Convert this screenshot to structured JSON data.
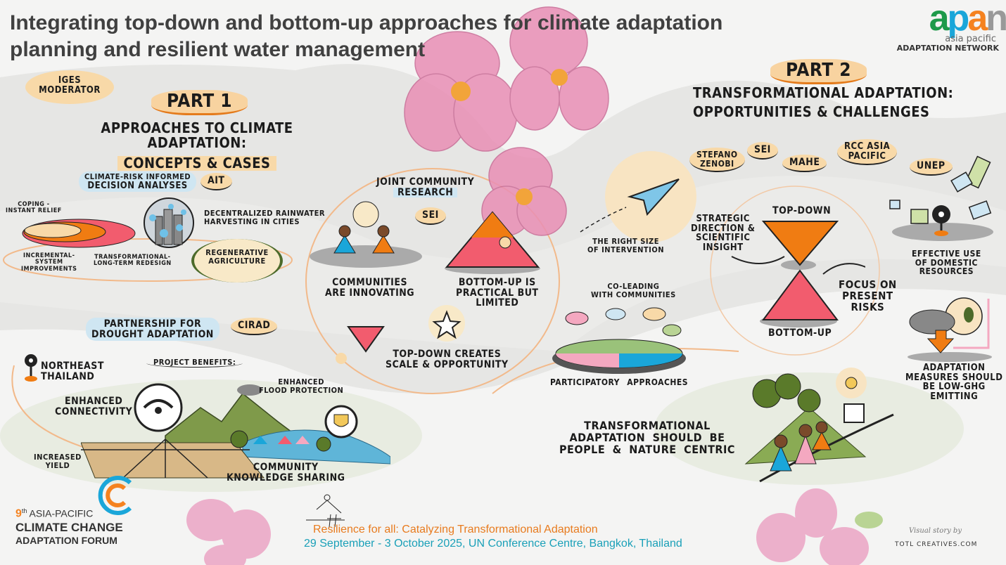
{
  "title": {
    "line1": "Integrating top-down and bottom-up approaches for climate adaptation",
    "line2": "planning and resilient water management"
  },
  "logo_apan": {
    "letters": "apan",
    "sub": "asia pacific",
    "network": "ADAPTATION NETWORK"
  },
  "moderator": {
    "org": "IGES",
    "role": "MODERATOR"
  },
  "part1": {
    "label": "PART 1",
    "heading1": "APPROACHES TO CLIMATE ADAPTATION:",
    "heading2": "CONCEPTS & CASES",
    "ait": {
      "topic1": "CLIMATE-RISK INFORMED",
      "topic2": "DECISION ANALYSES",
      "org": "AIT",
      "coping1": "COPING -",
      "coping2": "INSTANT RELIEF",
      "incremental1": "INCREMENTAL-",
      "incremental2": "SYSTEM",
      "incremental3": "IMPROVEMENTS",
      "transformational1": "TRANSFORMATIONAL-",
      "transformational2": "LONG-TERM REDESIGN",
      "rainwater1": "DECENTRALIZED RAINWATER",
      "rainwater2": "HARVESTING IN CITIES",
      "regen1": "REGENERATIVE",
      "regen2": "AGRICULTURE"
    },
    "sei": {
      "topic1": "JOINT COMMUNITY",
      "topic2": "RESEARCH",
      "org": "SEI",
      "communities1": "COMMUNITIES",
      "communities2": "ARE INNOVATING",
      "bottomup1": "BOTTOM-UP IS",
      "bottomup2": "PRACTICAL BUT",
      "bottomup3": "LIMITED",
      "topdown1": "TOP-DOWN CREATES",
      "topdown2": "SCALE & OPPORTUNITY"
    },
    "cirad": {
      "topic1": "PARTNERSHIP FOR",
      "topic2": "DROUGHT ADAPTATION",
      "org": "CIRAD",
      "location1": "NORTHEAST",
      "location2": "THAILAND",
      "benefits": "PROJECT BENEFITS:",
      "connectivity1": "ENHANCED",
      "connectivity2": "CONNECTIVITY",
      "flood1": "ENHANCED",
      "flood2": "FLOOD PROTECTION",
      "yield1": "INCREASED",
      "yield2": "YIELD",
      "knowledge1": "COMMUNITY",
      "knowledge2": "KNOWLEDGE SHARING"
    }
  },
  "middle": {
    "right_size1": "THE RIGHT SIZE",
    "right_size2": "OF INTERVENTION",
    "coleading1": "CO-LEADING",
    "coleading2": "WITH COMMUNITIES",
    "participatory": "PARTICIPATORY APPROACHES"
  },
  "part2": {
    "label": "PART 2",
    "heading1": "TRANSFORMATIONAL ADAPTATION:",
    "heading2": "OPPORTUNITIES & CHALLENGES",
    "speakers": {
      "s1a": "STEFANO",
      "s1b": "ZENOBI",
      "s2": "SEI",
      "s3": "MAHE",
      "s4a": "RCC ASIA",
      "s4b": "PACIFIC",
      "s5": "UNEP"
    },
    "topdown": "TOP-DOWN",
    "bottomup": "BOTTOM-UP",
    "strategic1": "STRATEGIC",
    "strategic2": "DIRECTION &",
    "strategic3": "SCIENTIFIC",
    "strategic4": "INSIGHT",
    "focus1": "FOCUS ON",
    "focus2": "PRESENT",
    "focus3": "RISKS",
    "domestic1": "EFFECTIVE USE",
    "domestic2": "OF DOMESTIC",
    "domestic3": "RESOURCES",
    "lowghg1": "ADAPTATION",
    "lowghg2": "MEASURES SHOULD",
    "lowghg3": "BE LOW-GHG",
    "lowghg4": "EMITTING",
    "people1": "TRANSFORMATIONAL",
    "people2": "ADAPTATION SHOULD BE",
    "people3": "PEOPLE & NATURE CENTRIC"
  },
  "forum": {
    "edition": "9",
    "suffix": "th",
    "region": "ASIA-PACIFIC",
    "line2": "CLIMATE CHANGE",
    "line3": "ADAPTATION FORUM"
  },
  "footer": {
    "theme": "Resilience for all: Catalyzing Transformational Adaptation",
    "dates": "29 September - 3 October 2025, UN Conference Centre, Bangkok, Thailand",
    "credit_by": "Visual story by",
    "credit_name": "TOTL CREATIVES.COM"
  },
  "colors": {
    "orange": "#f07c12",
    "pink": "#f25c6e",
    "cream": "#f8d9a8",
    "teal": "#1aa0b8",
    "apan_green": "#1e9a4a",
    "apan_blue": "#1aa6d9",
    "apan_orange": "#f5821f"
  }
}
